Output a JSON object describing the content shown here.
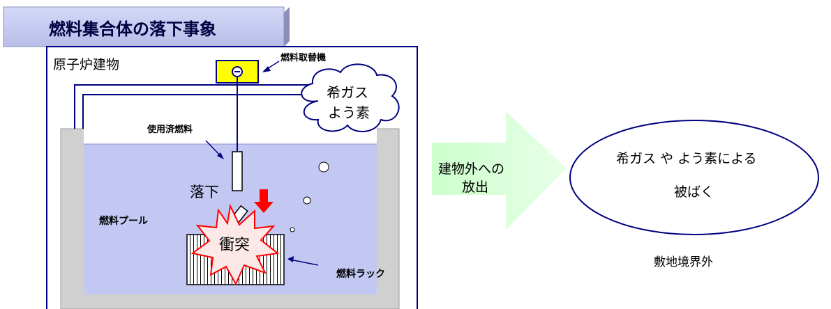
{
  "title": "燃料集合体の落下事象",
  "building_label": "原子炉建物",
  "refueling_machine_label": "燃料取替機",
  "cloud_text": [
    "希ガス",
    "よう素"
  ],
  "spent_fuel_label": "使用済燃料",
  "drop_label": "落下",
  "pool_label": "燃料プール",
  "collision_label": "衝突",
  "rack_label": "燃料ラック",
  "release_arrow_text": [
    "建物外への",
    "放出"
  ],
  "exposure_text": [
    "希ガス や よう素による",
    "被ばく"
  ],
  "site_boundary_label": "敷地境界外",
  "colors": {
    "title_band": "#c8ccf2",
    "pool_water": "#c3c8f3",
    "pool_wall": "#d0d0d0",
    "machine": "#ffff00",
    "drop_arrow": "#ff0000",
    "release_arrow": "#ccffcc",
    "outline": "#000080"
  }
}
